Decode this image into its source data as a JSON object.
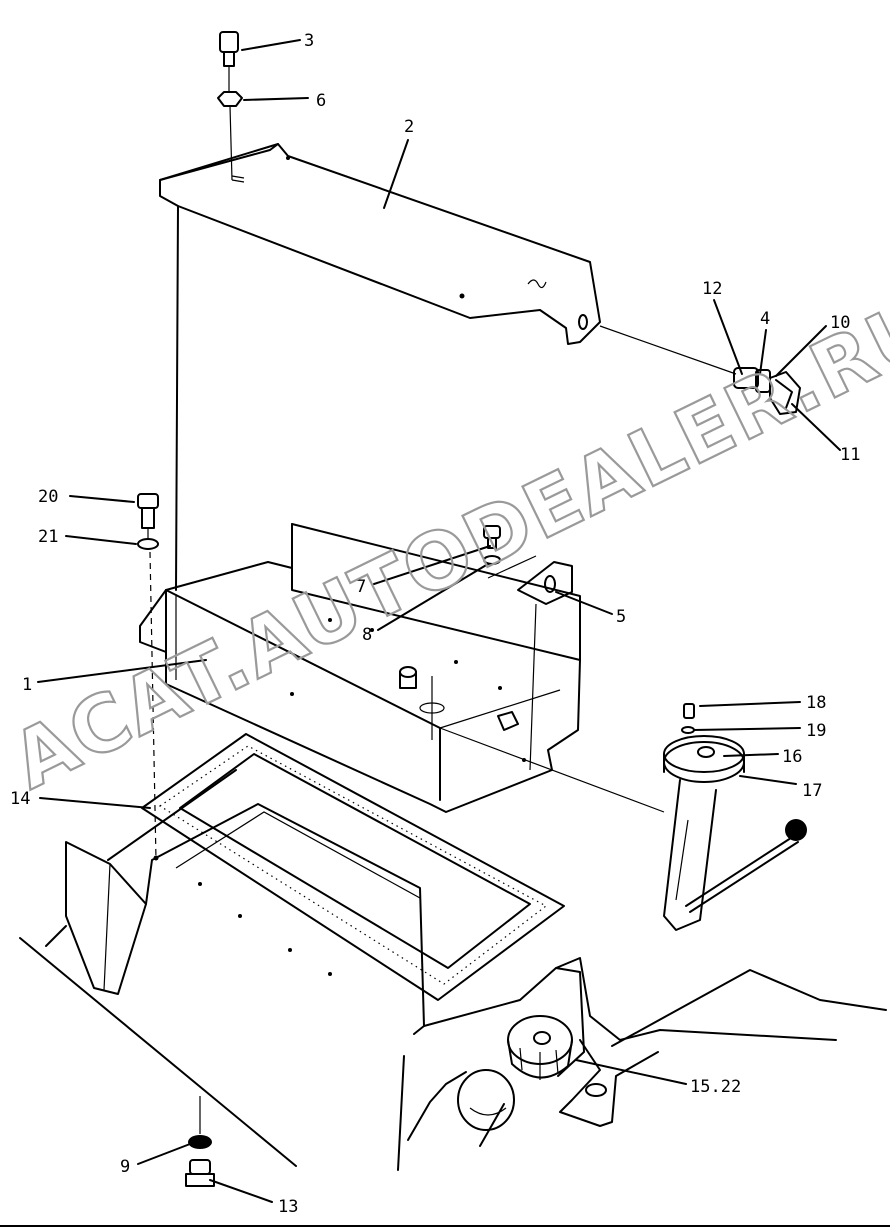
{
  "watermark": "ACAT.AUTODEALER.RU",
  "callouts": [
    {
      "id": "c3",
      "label": "3"
    },
    {
      "id": "c6",
      "label": "6"
    },
    {
      "id": "c2",
      "label": "2"
    },
    {
      "id": "c12",
      "label": "12"
    },
    {
      "id": "c4",
      "label": "4"
    },
    {
      "id": "c10",
      "label": "10"
    },
    {
      "id": "c11",
      "label": "11"
    },
    {
      "id": "c20",
      "label": "20"
    },
    {
      "id": "c21",
      "label": "21"
    },
    {
      "id": "c7",
      "label": "7"
    },
    {
      "id": "c8",
      "label": "8"
    },
    {
      "id": "c5",
      "label": "5"
    },
    {
      "id": "c1",
      "label": "1"
    },
    {
      "id": "c18",
      "label": "18"
    },
    {
      "id": "c19",
      "label": "19"
    },
    {
      "id": "c16",
      "label": "16"
    },
    {
      "id": "c17",
      "label": "17"
    },
    {
      "id": "c14",
      "label": "14"
    },
    {
      "id": "c15",
      "label": "15.22"
    },
    {
      "id": "c9",
      "label": "9"
    },
    {
      "id": "c13",
      "label": "13"
    }
  ]
}
